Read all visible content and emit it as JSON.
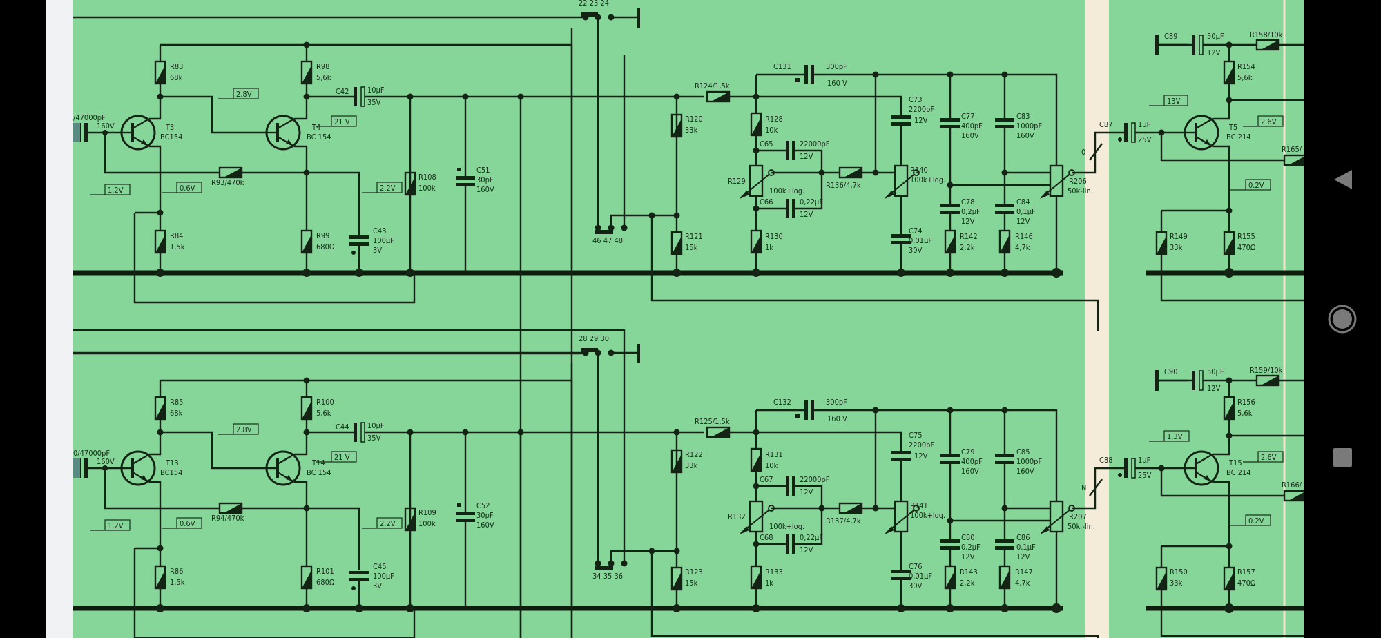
{
  "title": "Preamplifier and tone control schematic (two channels)",
  "colors": {
    "paper": "#86d69a",
    "ink": "#142414",
    "fold_strip": "#f4ecd8",
    "navbar": "#000000",
    "nav_icon": "#7a7a7a"
  },
  "channel_top": {
    "input_cap": "/47000pF",
    "input_cap_v": "160V",
    "transistors": [
      {
        "ref": "T3",
        "type": "BC154"
      },
      {
        "ref": "T4",
        "type": "BC 154"
      },
      {
        "ref": "T5",
        "type": "BC 214"
      }
    ],
    "resistors": [
      {
        "ref": "R83",
        "value": "68k"
      },
      {
        "ref": "R98",
        "value": "5,6k"
      },
      {
        "ref": "R93/470k",
        "value": ""
      },
      {
        "ref": "R84",
        "value": "1,5k"
      },
      {
        "ref": "R99",
        "value": "680Ω"
      },
      {
        "ref": "R108",
        "value": "100k"
      },
      {
        "ref": "R120",
        "value": "33k"
      },
      {
        "ref": "R121",
        "value": "15k"
      },
      {
        "ref": "R124/1,5k",
        "value": ""
      },
      {
        "ref": "R128",
        "value": "10k"
      },
      {
        "ref": "R130",
        "value": "1k"
      },
      {
        "ref": "R136/4,7k",
        "value": ""
      },
      {
        "ref": "R142",
        "value": "2,2k"
      },
      {
        "ref": "R146",
        "value": "4,7k"
      },
      {
        "ref": "R149",
        "value": "33k"
      },
      {
        "ref": "R155",
        "value": "470Ω"
      },
      {
        "ref": "R154",
        "value": "5,6k"
      },
      {
        "ref": "R158/10k",
        "value": ""
      },
      {
        "ref": "R165/",
        "value": ""
      }
    ],
    "pots": [
      {
        "ref": "R129",
        "value": "100k+log."
      },
      {
        "ref": "R140",
        "value": "100k+log."
      },
      {
        "ref": "R206",
        "value": "50k-lin."
      }
    ],
    "capacitors": [
      {
        "ref": "C42",
        "value": "10µF",
        "voltage": "35V"
      },
      {
        "ref": "C43",
        "value": "100µF",
        "voltage": "3V"
      },
      {
        "ref": "C51",
        "value": "30pF",
        "voltage": "160V"
      },
      {
        "ref": "C131",
        "value": "300pF",
        "voltage": "160 V"
      },
      {
        "ref": "C65",
        "value": "22000pF",
        "voltage": "12V"
      },
      {
        "ref": "C66",
        "value": "0,22µF",
        "voltage": "12V"
      },
      {
        "ref": "C73",
        "value": "2200pF",
        "voltage": "12V"
      },
      {
        "ref": "C74",
        "value": "0,01µF",
        "voltage": "30V"
      },
      {
        "ref": "C77",
        "value": "400pF",
        "voltage": "160V"
      },
      {
        "ref": "C78",
        "value": "0,2µF",
        "voltage": "12V"
      },
      {
        "ref": "C83",
        "value": "1000pF",
        "voltage": "160V"
      },
      {
        "ref": "C84",
        "value": "0,1µF",
        "voltage": "12V"
      },
      {
        "ref": "C87",
        "value": "1µF",
        "voltage": "25V"
      },
      {
        "ref": "C89",
        "value": "50µF",
        "voltage": "12V"
      }
    ],
    "voltages": [
      "2.8V",
      "21 V",
      "1.2V",
      "0.6V",
      "2.2V",
      "13V",
      "2.6V",
      "0.2V"
    ],
    "switch_top": [
      "22",
      "23",
      "24"
    ],
    "switch_bottom": [
      "46",
      "47",
      "48"
    ],
    "pot_mark": "0"
  },
  "channel_bottom": {
    "input_cap": "0/47000pF",
    "input_cap_v": "160V",
    "transistors": [
      {
        "ref": "T13",
        "type": "BC154"
      },
      {
        "ref": "T14",
        "type": "BC 154"
      },
      {
        "ref": "T15",
        "type": "BC 214"
      }
    ],
    "resistors": [
      {
        "ref": "R85",
        "value": "68k"
      },
      {
        "ref": "R100",
        "value": "5,6k"
      },
      {
        "ref": "R94/470k",
        "value": ""
      },
      {
        "ref": "R86",
        "value": "1,5k"
      },
      {
        "ref": "R101",
        "value": "680Ω"
      },
      {
        "ref": "R109",
        "value": "100k"
      },
      {
        "ref": "R122",
        "value": "33k"
      },
      {
        "ref": "R123",
        "value": "15k"
      },
      {
        "ref": "R125/1,5k",
        "value": ""
      },
      {
        "ref": "R131",
        "value": "10k"
      },
      {
        "ref": "R133",
        "value": "1k"
      },
      {
        "ref": "R137/4,7k",
        "value": ""
      },
      {
        "ref": "R143",
        "value": "2,2k"
      },
      {
        "ref": "R147",
        "value": "4,7k"
      },
      {
        "ref": "R150",
        "value": "33k"
      },
      {
        "ref": "R157",
        "value": "470Ω"
      },
      {
        "ref": "R156",
        "value": "5,6k"
      },
      {
        "ref": "R159/10k",
        "value": ""
      },
      {
        "ref": "R166/",
        "value": ""
      }
    ],
    "pots": [
      {
        "ref": "R132",
        "value": "100k+log."
      },
      {
        "ref": "R141",
        "value": "100k+log."
      },
      {
        "ref": "R207",
        "value": "50k -lin."
      }
    ],
    "capacitors": [
      {
        "ref": "C44",
        "value": "10µF",
        "voltage": "35V"
      },
      {
        "ref": "C45",
        "value": "100µF",
        "voltage": "3V"
      },
      {
        "ref": "C52",
        "value": "30pF",
        "voltage": "160V"
      },
      {
        "ref": "C132",
        "value": "300pF",
        "voltage": "160 V"
      },
      {
        "ref": "C67",
        "value": "22000pF",
        "voltage": "12V"
      },
      {
        "ref": "C68",
        "value": "0,22µF",
        "voltage": "12V"
      },
      {
        "ref": "C75",
        "value": "2200pF",
        "voltage": "12V"
      },
      {
        "ref": "C76",
        "value": "0,01µF",
        "voltage": "30V"
      },
      {
        "ref": "C79",
        "value": "400pF",
        "voltage": "160V"
      },
      {
        "ref": "C80",
        "value": "0,2µF",
        "voltage": "12V"
      },
      {
        "ref": "C85",
        "value": "1000pF",
        "voltage": "160V"
      },
      {
        "ref": "C86",
        "value": "0,1µF",
        "voltage": "12V"
      },
      {
        "ref": "C88",
        "value": "1µF",
        "voltage": "25V"
      },
      {
        "ref": "C90",
        "value": "50µF",
        "voltage": "12V"
      }
    ],
    "voltages": [
      "2.8V",
      "21 V",
      "1.2V",
      "0.6V",
      "2.2V",
      "1.3V",
      "2.6V",
      "0.2V"
    ],
    "switch_top": [
      "28",
      "29",
      "30"
    ],
    "switch_bottom": [
      "34",
      "35",
      "36"
    ],
    "pot_mark": "N"
  },
  "navbar": {
    "back": "back-icon",
    "home": "home-icon",
    "recents": "recents-icon"
  }
}
